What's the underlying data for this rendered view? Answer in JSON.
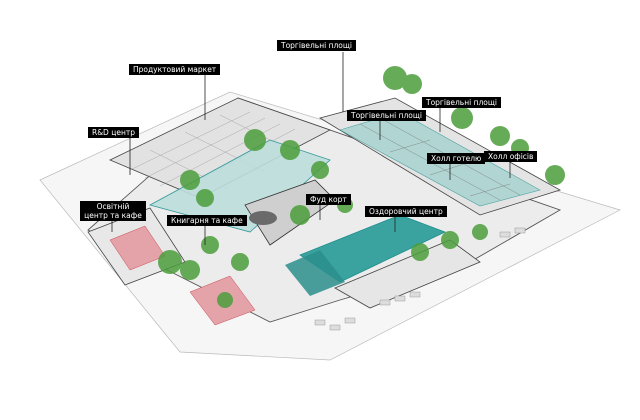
{
  "labels": {
    "trade_top": "Торгівельні площі",
    "grocery": "Продуктовий маркет",
    "trade_right": "Торгівельні площі",
    "trade_mid": "Торгівельні площі",
    "rnd": "R&D центр",
    "hotel": "Холл готелю",
    "offices": "Холл офісів",
    "foodcourt": "Фуд корт",
    "education": "Освітній центр та кафе",
    "bookstore": "Книгарня та кафе",
    "wellness": "Оздоровчий центр"
  },
  "colors": {
    "accent_teal": "#1f8f8e",
    "accent_red": "#c84a52",
    "tree_green": "#4c9e3c",
    "line": "#444444"
  }
}
